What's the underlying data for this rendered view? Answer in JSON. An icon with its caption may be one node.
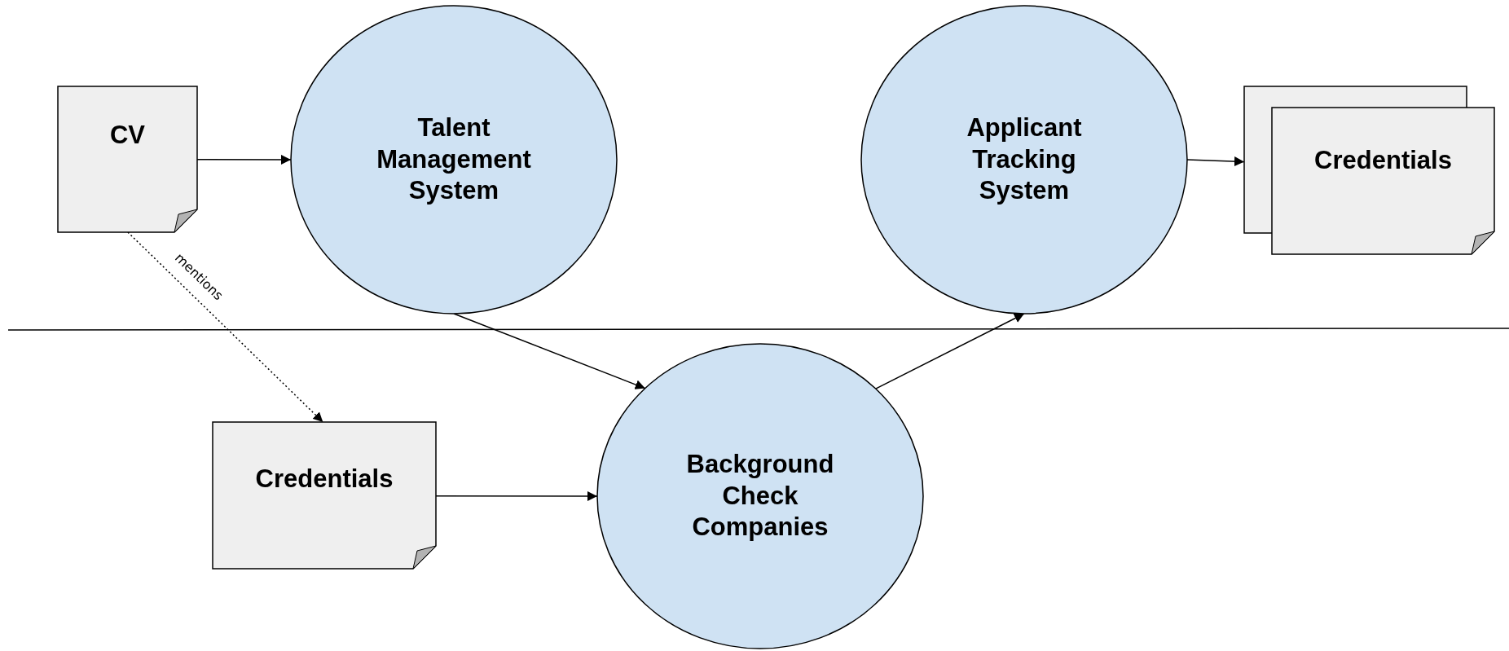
{
  "diagram": {
    "nodes": [
      {
        "text": [
          "CV"
        ]
      },
      {
        "text": [
          "Talent Management System"
        ]
      },
      {
        "text": [
          "Applicant Tracking System"
        ]
      },
      {
        "text": [
          "Credentials"
        ]
      },
      {
        "text": [
          "Credentials"
        ]
      },
      {
        "text": [
          "Background Check Companies"
        ]
      }
    ],
    "edges": [
      {
        "from": 0,
        "to": 1,
        "arrow": "to"
      },
      {
        "from": 0,
        "to": 4,
        "arrow": "to",
        "label": "mentions",
        "style": "dashed"
      },
      {
        "from": 1,
        "to": 5,
        "arrow": "to"
      },
      {
        "from": 5,
        "to": 2,
        "arrow": "to"
      },
      {
        "from": 4,
        "to": 5,
        "arrow": "to"
      },
      {
        "from": 2,
        "to": 3,
        "arrow": "to"
      }
    ]
  }
}
